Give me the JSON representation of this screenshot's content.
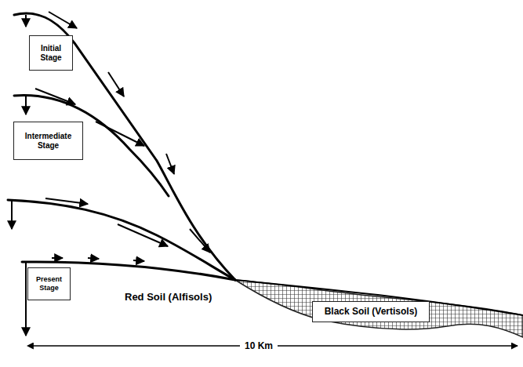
{
  "diagram": {
    "nodes": [
      {
        "text": [
          "Initial Stage"
        ]
      },
      {
        "text": [
          "Intermediate Stage"
        ]
      },
      {
        "text": [
          "Present Stage"
        ]
      },
      {
        "text": [
          "Black Soil (Vertisols)"
        ]
      }
    ],
    "labels": [
      "Red Soil (Alfisols)",
      "10 Km"
    ]
  }
}
